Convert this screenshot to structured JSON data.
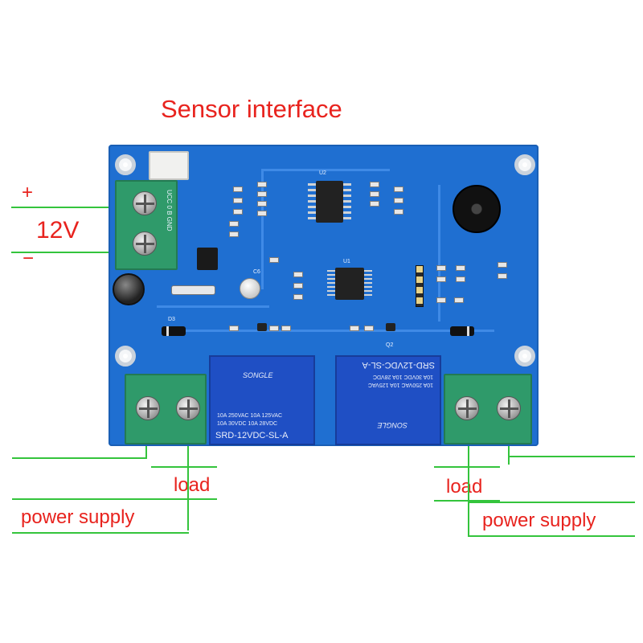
{
  "labels": {
    "sensor_interface": "Sensor interface",
    "plus": "+",
    "voltage": "12V",
    "minus": "−",
    "load_left": "load",
    "power_supply_left": "power supply",
    "load_right": "load",
    "power_supply_right": "power supply"
  },
  "board": {
    "relay_left": {
      "brand": "SONGLE",
      "rating_1": "10A 250VAC  10A 125VAC",
      "rating_2": "10A  30VDC  10A  28VDC",
      "model": "SRD-12VDC-SL-A"
    },
    "relay_right": {
      "brand": "SONGLE",
      "rating_1": "10A 250VAC  10A 125VAC",
      "rating_2": "10A  30VDC  10A  28VDC",
      "model": "SRD-12VDC-SL-A"
    },
    "silk_u2": "U2",
    "silk_u1": "U1",
    "silk_vcc": "UCC 0 B GND",
    "silk_c6": "C6",
    "silk_q2": "Q2",
    "silk_d3": "D3"
  },
  "colors": {
    "label_red": "#e8231e",
    "wire_green": "#34c43c",
    "pcb_blue": "#1f6fd1",
    "terminal_green": "#2f9a6a",
    "relay_blue": "#1f4fc4"
  }
}
